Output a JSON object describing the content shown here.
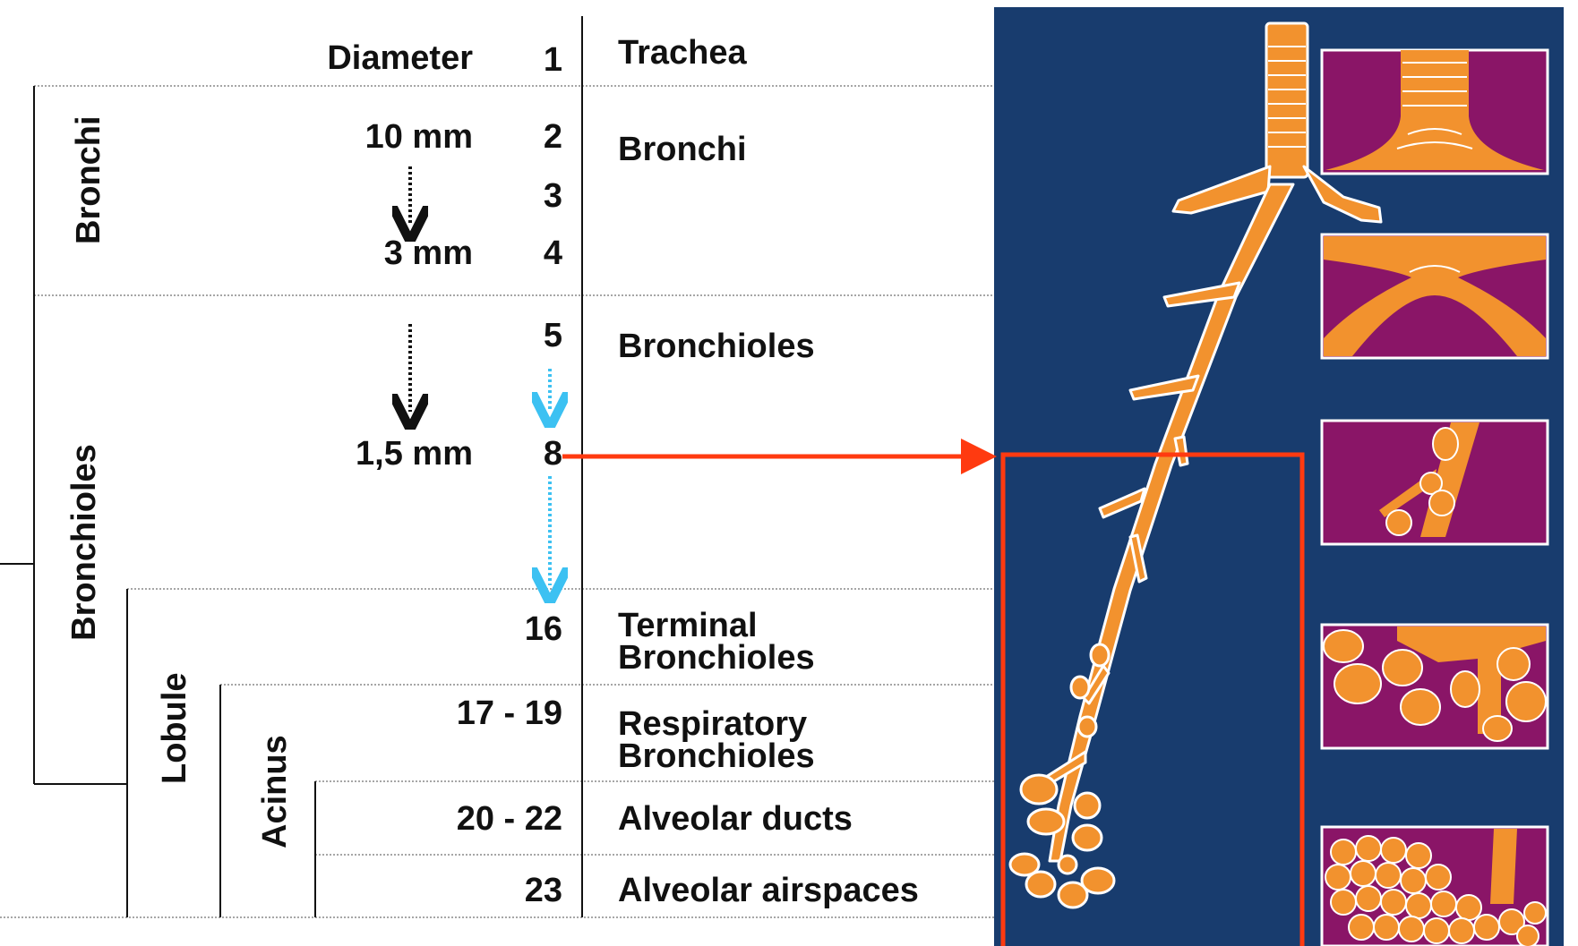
{
  "header": {
    "diameter_label": "Diameter"
  },
  "diameters": {
    "d10": "10 mm",
    "d3": "3 mm",
    "d15": "1,5 mm"
  },
  "generations": {
    "g1": "1",
    "g2": "2",
    "g3": "3",
    "g4": "4",
    "g5": "5",
    "g8": "8",
    "g16": "16",
    "g17": "17 - 19",
    "g20": "20 - 22",
    "g23": "23"
  },
  "airways": {
    "trachea": "Trachea",
    "bronchi": "Bronchi",
    "bronchioles": "Bronchioles",
    "terminal_line1": "Terminal",
    "terminal_line2": "Bronchioles",
    "respiratory_line1": "Respiratory",
    "respiratory_line2": "Bronchioles",
    "alveolar_ducts": "Alveolar ducts",
    "alveolar_airspaces": "Alveolar airspaces"
  },
  "groups": {
    "bronchi": "Bronchi",
    "bronchioles": "Bronchioles",
    "lobule": "Lobule",
    "acinus": "Acinus"
  },
  "colors": {
    "panel_bg": "#183c6e",
    "airway_orange": "#f2922e",
    "inset_purple": "#8a1567",
    "red_arrow": "#ff3a10",
    "blue_arrow": "#3cc1f2"
  }
}
